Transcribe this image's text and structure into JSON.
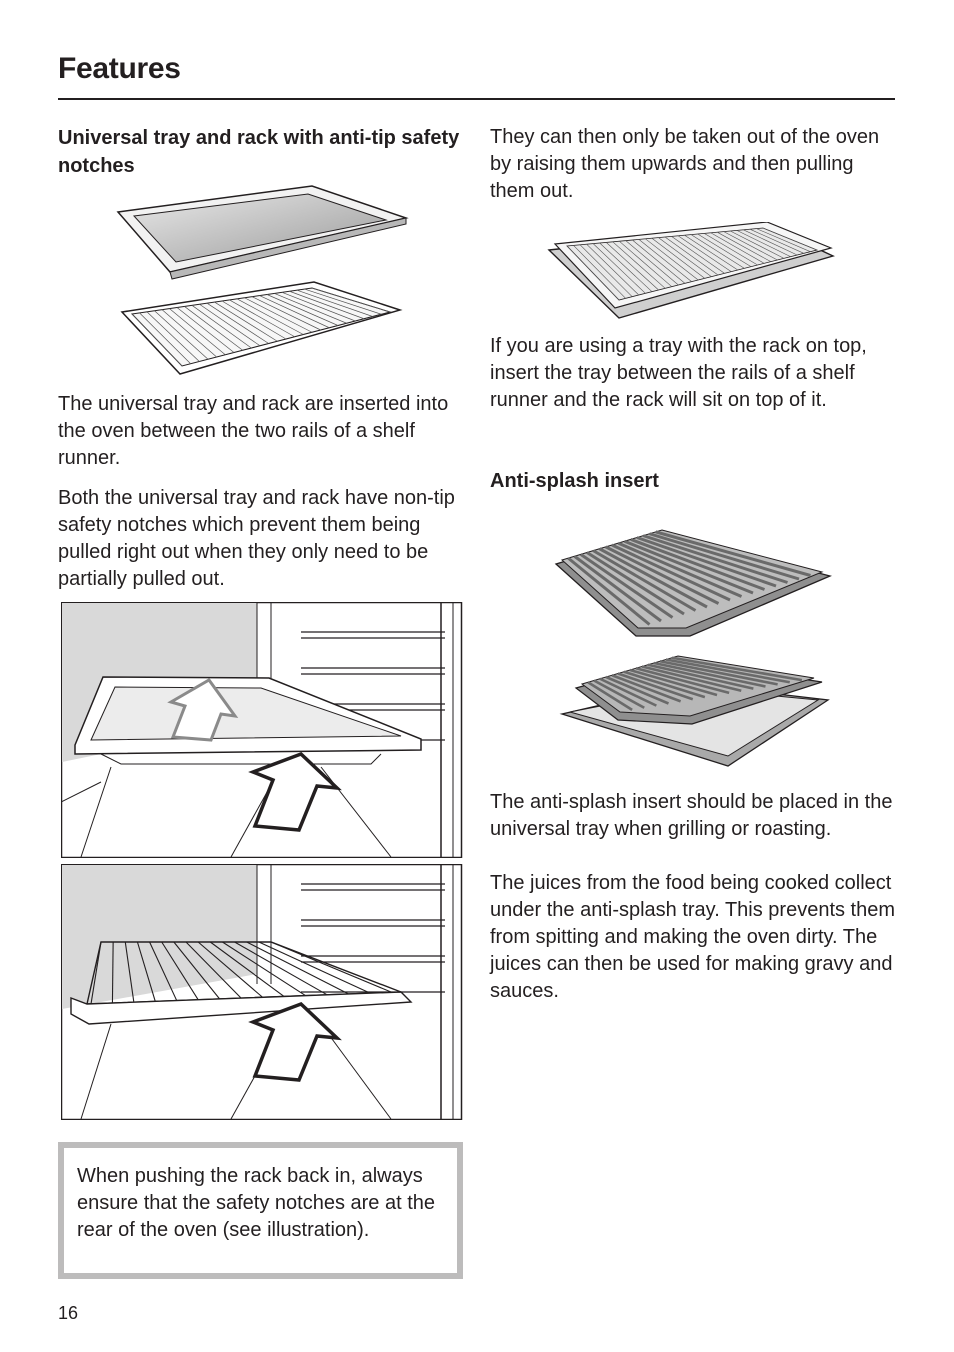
{
  "page": {
    "title": "Features",
    "page_number": "16"
  },
  "left_column": {
    "heading": "Universal tray and rack with anti-tip safety notches",
    "paragraph_1": "The universal tray and rack are inserted into the oven between the two rails of a shelf runner.",
    "paragraph_2": "Both the universal tray and rack have non-tip safety notches which prevent them being pulled right out when they only need to be partially pulled out."
  },
  "note": {
    "text": "When pushing the rack back in, always ensure that the safety notches are at the rear of the oven (see illustration)."
  },
  "right_column": {
    "paragraph_1": "They can then only be taken out of the oven by raising them upwards and then pulling them out.",
    "paragraph_2": "If you are using a tray with the rack on top, insert the tray between the rails of a shelf runner and the rack will sit on top of it.",
    "heading_2": "Anti-splash insert",
    "paragraph_3": "The anti-splash insert should be placed in the universal tray when grilling or roasting.",
    "paragraph_4": "The juices from the food being cooked collect under the anti-splash tray. This prevents them from spitting and making the oven dirty. The juices can then be used for making gravy and sauces."
  },
  "colors": {
    "text": "#231f20",
    "note_border": "#bdbcbc",
    "illustration_shade": "#d9d9d9"
  }
}
